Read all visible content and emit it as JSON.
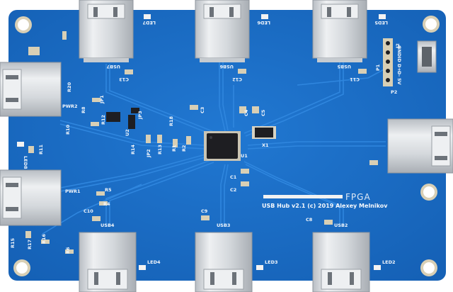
{
  "board": {
    "credit": "USB Hub v2.1 (c) 2019 Alexey Melnikov",
    "logo": "FPGA",
    "colors": {
      "pcb": "#1b6fc8",
      "pcb_dark": "#1358a8",
      "trace": "#2f86de",
      "metal": "#d9dde2",
      "pad": "#e6e0cf",
      "chip": "#1e1e22"
    }
  },
  "ports": {
    "usb7": "USB7",
    "usb6": "USB6",
    "usb5": "USB5",
    "usb4": "USB4",
    "usb3": "USB3",
    "usb2": "USB2",
    "pwr1": "PWR1",
    "pwr2": "PWR2"
  },
  "leds": {
    "led7": "LED7",
    "led6": "LED6",
    "led5": "LED5",
    "led4": "LED4",
    "led3": "LED3",
    "led2": "LED2",
    "led8": "LED8"
  },
  "components": {
    "u1": "U1",
    "x1": "X1",
    "j2": "J2",
    "p1": "P1",
    "p2": "P2",
    "c1": "C1",
    "c2": "C2",
    "c3": "C3",
    "c4": "C4",
    "c5": "C5",
    "c8": "C8",
    "c9": "C9",
    "c10": "C10",
    "c11": "C11",
    "c12": "C12",
    "c13": "C13",
    "r1": "R1",
    "r2": "R2",
    "r4": "R4",
    "r5": "R5",
    "r6": "R6",
    "r8": "R8",
    "r10": "R10",
    "r11": "R11",
    "r12": "R12",
    "r13": "R13",
    "r14": "R14",
    "r15": "R15",
    "r16": "R16",
    "r17": "R17",
    "r18": "R18",
    "r20": "R20",
    "jp1": "JP1",
    "jp2": "JP2",
    "jp3": "JP3",
    "u2": "U2"
  },
  "header_pins": {
    "gnd": "GND",
    "id": "ID",
    "dp": "D+",
    "dm": "D-",
    "vcc": "5V"
  }
}
